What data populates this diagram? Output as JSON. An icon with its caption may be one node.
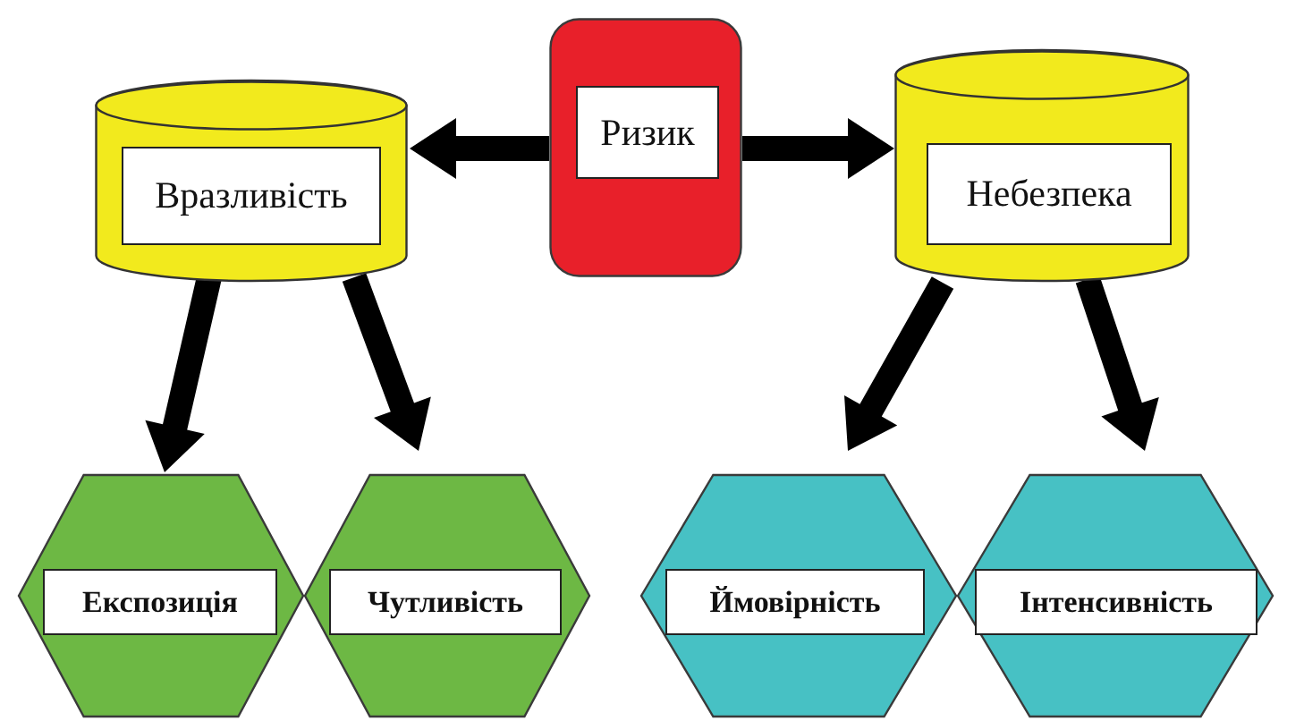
{
  "diagram": {
    "nodes": [
      {
        "text": [
          "Ризик"
        ]
      },
      {
        "text": [
          "Вразливість"
        ]
      },
      {
        "text": [
          "Небезпека"
        ]
      },
      {
        "text": [
          "Експозиція"
        ]
      },
      {
        "text": [
          "Чутливість"
        ]
      },
      {
        "text": [
          "Ймовірність"
        ]
      },
      {
        "text": [
          "Інтенсивність"
        ]
      }
    ],
    "edges": [
      {
        "from": 0,
        "to": 1,
        "arrow": "to"
      },
      {
        "from": 0,
        "to": 2,
        "arrow": "to"
      },
      {
        "from": 1,
        "to": 3,
        "arrow": "to"
      },
      {
        "from": 1,
        "to": 4,
        "arrow": "to"
      },
      {
        "from": 2,
        "to": 5,
        "arrow": "to"
      },
      {
        "from": 2,
        "to": 6,
        "arrow": "to"
      }
    ]
  }
}
